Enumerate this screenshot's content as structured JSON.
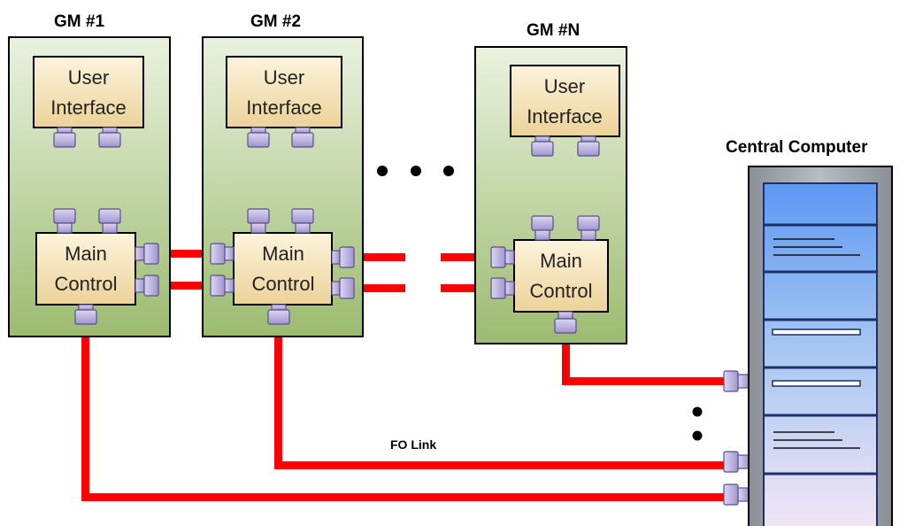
{
  "modules": [
    {
      "title": "GM #1",
      "ui_line1": "User",
      "ui_line2": "Interface",
      "mc_line1": "Main",
      "mc_line2": "Control"
    },
    {
      "title": "GM #2",
      "ui_line1": "User",
      "ui_line2": "Interface",
      "mc_line1": "Main",
      "mc_line2": "Control"
    },
    {
      "title": "GM #N",
      "ui_line1": "User",
      "ui_line2": "Interface",
      "mc_line1": "Main",
      "mc_line2": "Control"
    }
  ],
  "central": {
    "title": "Central Computer"
  },
  "link_label": "FO Link",
  "colors": {
    "panel_top": "#e6efd9",
    "panel_bottom": "#9aba6e",
    "box_top": "#fbf0d4",
    "box_bottom": "#eed69f",
    "link": "#ff0000",
    "connector": "#b4aad8"
  }
}
